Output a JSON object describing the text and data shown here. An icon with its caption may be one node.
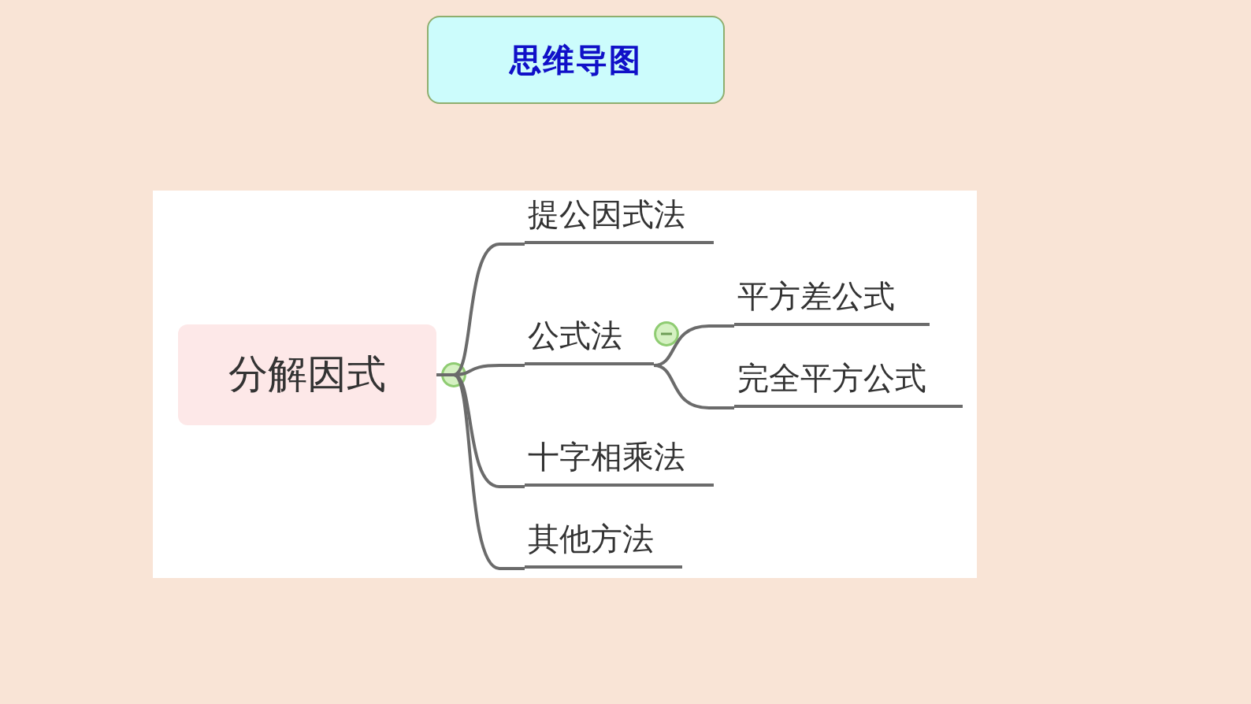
{
  "diagram": {
    "title": "思维导图",
    "nodes": [
      {
        "text": [
          "分解因式"
        ]
      },
      {
        "text": [
          "提公因式法"
        ]
      },
      {
        "text": [
          "公式法"
        ]
      },
      {
        "text": [
          "平方差公式"
        ]
      },
      {
        "text": [
          "完全平方公式"
        ]
      },
      {
        "text": [
          "十字相乘法"
        ]
      },
      {
        "text": [
          "其他方法"
        ]
      }
    ],
    "edges": [
      {
        "from": 0,
        "to": 1,
        "arrow": "none"
      },
      {
        "from": 0,
        "to": 2,
        "arrow": "none"
      },
      {
        "from": 2,
        "to": 3,
        "arrow": "none"
      },
      {
        "from": 2,
        "to": 4,
        "arrow": "none"
      },
      {
        "from": 0,
        "to": 5,
        "arrow": "none"
      },
      {
        "from": 0,
        "to": 6,
        "arrow": "none"
      }
    ]
  }
}
